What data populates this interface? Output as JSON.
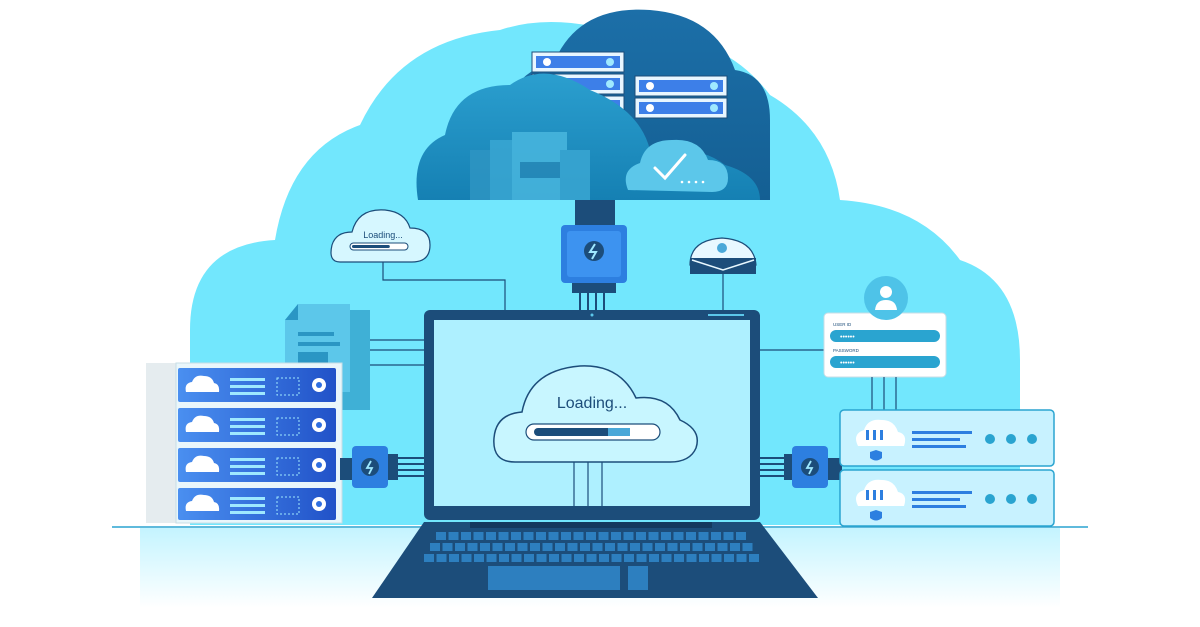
{
  "screen": {
    "loading_text": "Loading...",
    "progress": 0.72
  },
  "badge_cloud": {
    "loading_text": "Loading...",
    "progress": 0.7
  },
  "login_card": {
    "username_label": "USER ID",
    "username_value": "••••••",
    "password_label": "PASSWORD",
    "password_value": "••••••"
  },
  "icons": {
    "cloud": "cloud-icon",
    "check": "checkmark-icon",
    "plug": "lightning-plug-icon",
    "user": "user-avatar-icon",
    "mail": "envelope-icon",
    "shield": "shield-icon"
  },
  "colors": {
    "sky": "#6fe6ff",
    "cloud_dark": "#1587b6",
    "cloud_mid": "#2aa4d0",
    "navy": "#1c4d7a",
    "screen": "#aef0ff",
    "server_blue": "#2f6fe0",
    "server_light": "#c8f2ff",
    "ground": "#c8f6ff"
  }
}
